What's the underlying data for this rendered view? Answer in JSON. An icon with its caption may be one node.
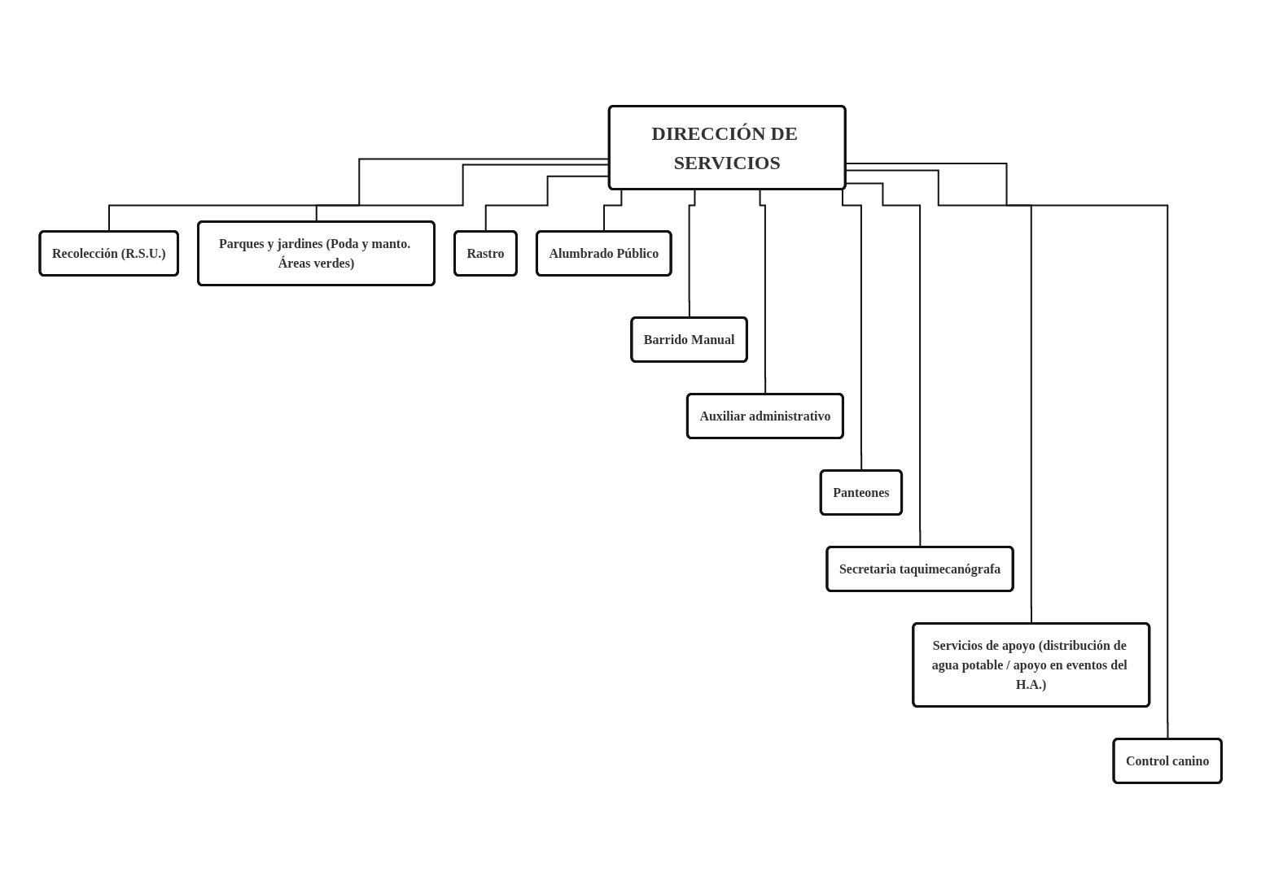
{
  "diagram": {
    "nodes": [
      {
        "text": [
          "DIRECCIÓN DE SERVICIOS"
        ]
      },
      {
        "text": [
          "Recolección (R.S.U.)"
        ]
      },
      {
        "text": [
          "Parques y jardines (Poda y manto. Áreas verdes)"
        ]
      },
      {
        "text": [
          "Rastro"
        ]
      },
      {
        "text": [
          "Alumbrado Público"
        ]
      },
      {
        "text": [
          "Barrido Manual"
        ]
      },
      {
        "text": [
          "Auxiliar administrativo"
        ]
      },
      {
        "text": [
          "Panteones"
        ]
      },
      {
        "text": [
          "Secretaria taquimecanógrafa"
        ]
      },
      {
        "text": [
          "Servicios de apoyo (distribución de agua potable / apoyo en eventos del H.A.)"
        ]
      },
      {
        "text": [
          "Control canino"
        ]
      }
    ],
    "edges": [
      {
        "from": 0,
        "to": 1,
        "arrow": "none"
      },
      {
        "from": 0,
        "to": 2,
        "arrow": "none"
      },
      {
        "from": 0,
        "to": 3,
        "arrow": "none"
      },
      {
        "from": 0,
        "to": 4,
        "arrow": "none"
      },
      {
        "from": 0,
        "to": 5,
        "arrow": "none"
      },
      {
        "from": 0,
        "to": 6,
        "arrow": "none"
      },
      {
        "from": 0,
        "to": 7,
        "arrow": "none"
      },
      {
        "from": 0,
        "to": 8,
        "arrow": "none"
      },
      {
        "from": 0,
        "to": 9,
        "arrow": "none"
      },
      {
        "from": 0,
        "to": 10,
        "arrow": "none"
      }
    ]
  }
}
